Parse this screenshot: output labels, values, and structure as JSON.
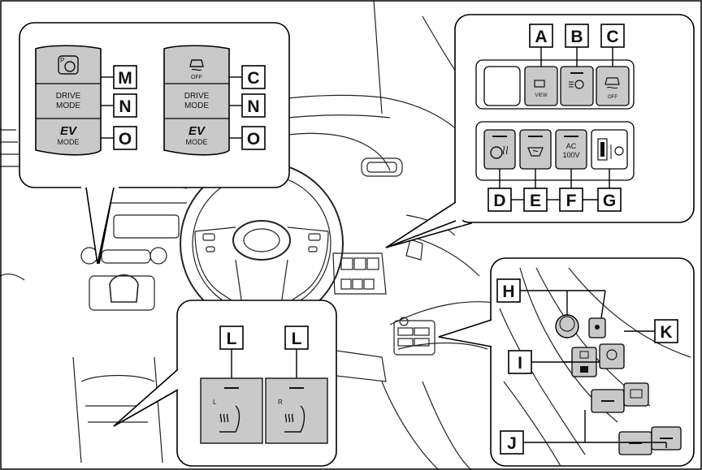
{
  "diagram": {
    "callout_letters": [
      "A",
      "B",
      "C",
      "D",
      "E",
      "F",
      "G",
      "H",
      "I",
      "J",
      "K",
      "L",
      "M",
      "N",
      "O"
    ],
    "left_callout": {
      "column_1": [
        {
          "letter": "M",
          "label_lines": [
            ""
          ],
          "icon": "parking-steering-icon"
        },
        {
          "letter": "N",
          "label_lines": [
            "DRIVE",
            "MODE"
          ],
          "icon": ""
        },
        {
          "letter": "O",
          "label_lines": [
            "EV",
            "MODE"
          ],
          "icon": "ev-icon"
        }
      ],
      "column_2": [
        {
          "letter": "C",
          "label_lines": [
            "OFF"
          ],
          "icon": "traction-off-icon"
        },
        {
          "letter": "N",
          "label_lines": [
            "DRIVE",
            "MODE"
          ],
          "icon": ""
        },
        {
          "letter": "O",
          "label_lines": [
            "EV",
            "MODE"
          ],
          "icon": "ev-icon"
        }
      ]
    },
    "right_top_callout": {
      "top_row": [
        {
          "letter": "A",
          "label": "VIEW",
          "icon": "camera-view-icon"
        },
        {
          "letter": "B",
          "label": "",
          "icon": "auto-headlight-icon"
        },
        {
          "letter": "C",
          "label": "OFF",
          "icon": "traction-off-icon"
        }
      ],
      "bottom_row": [
        {
          "letter": "D",
          "label": "",
          "icon": "steering-heater-icon"
        },
        {
          "letter": "E",
          "label": "",
          "icon": "windshield-defroster-icon"
        },
        {
          "letter": "F",
          "label_lines": [
            "AC",
            "100V"
          ],
          "icon": ""
        },
        {
          "letter": "G",
          "label": "",
          "icon": "usb-headlight-level-icon"
        }
      ]
    },
    "seat_heater_callout": {
      "left": {
        "letter": "L",
        "side": "L",
        "icon": "seat-heater-icon"
      },
      "right": {
        "letter": "L",
        "side": "R",
        "icon": "seat-heater-icon"
      }
    },
    "door_callout": {
      "letters": [
        "H",
        "I",
        "J",
        "K"
      ]
    }
  }
}
